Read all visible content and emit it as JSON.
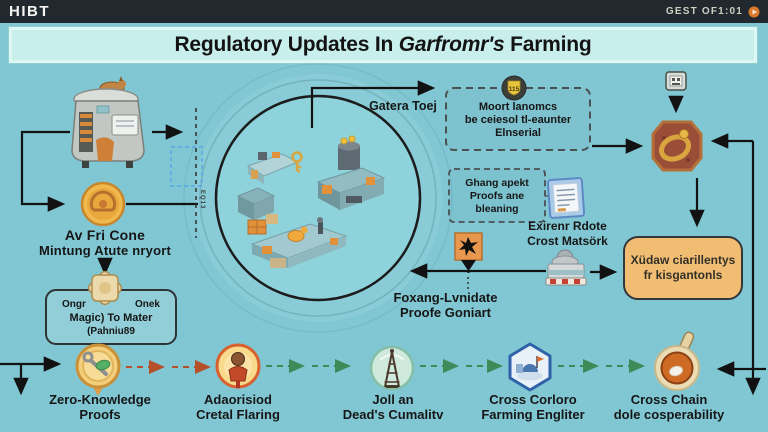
{
  "topbar": {
    "logo": "HIBT",
    "right_text": "GEST OF1:01"
  },
  "title": {
    "prefix": "Regulatory Updates In ",
    "italic": "Garfromr's",
    "suffix": " Farming"
  },
  "center": {
    "gateway_label": "Gatera Toej"
  },
  "left": {
    "mint_label_line1": "Av Fri Cone",
    "mint_label_line2": "Mintung Atute nryort",
    "side_note": "EQ13",
    "seal_box": {
      "line1_left": "Ongr",
      "line1_right": "Onek",
      "line2": "Magic) To Mater",
      "line3": "(Pahniu89"
    }
  },
  "top_right_box": {
    "badge_text": "115",
    "line1": "Moort lanomcs",
    "line2": "be ceiesol tl-eaunter",
    "line3": "Elnserial"
  },
  "mid_right": {
    "dashed_box_line1": "Ghang apekt",
    "dashed_box_line2": "Proofs ane",
    "dashed_box_line3": "bleaning",
    "doc_label_line1": "Exirenr Rdote",
    "doc_label_line2": "Crost Matsörk",
    "proof_label_line1": "Foxang-Lvnidate",
    "proof_label_line2": "Proofe Goniart"
  },
  "right_box": {
    "line1": "Xüdaw ciarillentys",
    "line2": "fr kisgantonls"
  },
  "bottom": {
    "items": [
      {
        "line1": "Zero-Knowledge",
        "line2": "Proofs"
      },
      {
        "line1": "Adaorisiod",
        "line2": "Cretal Flaring"
      },
      {
        "line1": "Joll an",
        "line2": "Dead's Cumalitv"
      },
      {
        "line1": "Cross Corloro",
        "line2": "Farming Engliter"
      },
      {
        "line1": "Cross Chain",
        "line2": "dole cosperability"
      }
    ]
  },
  "colors": {
    "background": "#80c7d3",
    "topbar_bg": "#22292e",
    "banner_bg": "#c8efec",
    "accent_orange": "#e0903a",
    "box_orange_bg": "#f1bd72",
    "arrow_red": "#b5502a",
    "arrow_green": "#3e8a58",
    "badge_gold": "#d9a53e",
    "dashed_blue": "#58a8e8"
  }
}
